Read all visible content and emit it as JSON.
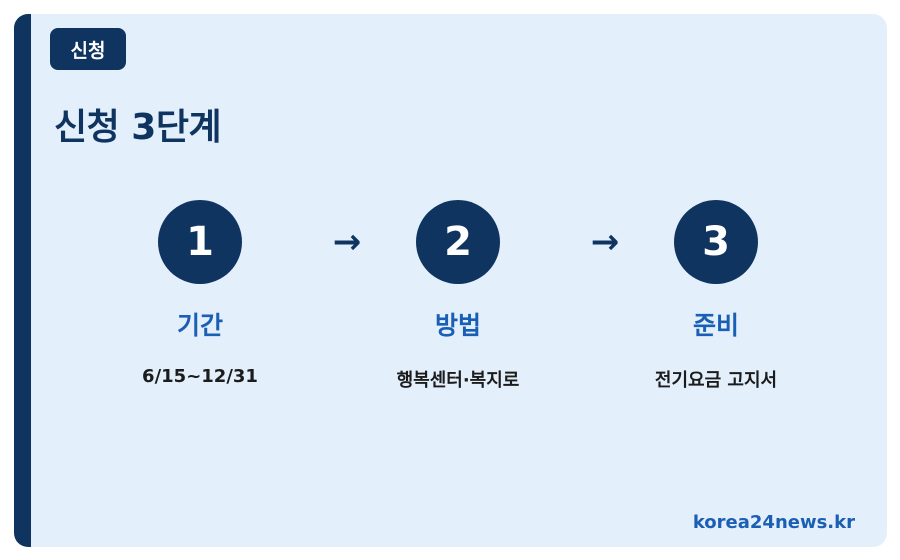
{
  "badge": {
    "label": "신청"
  },
  "title": "신청 3단계",
  "steps": [
    {
      "number": "1",
      "heading": "기간",
      "desc": "6/15~12/31"
    },
    {
      "number": "2",
      "heading": "방법",
      "desc": "행복센터·복지로"
    },
    {
      "number": "3",
      "heading": "준비",
      "desc": "전기요금 고지서"
    }
  ],
  "arrow_glyph": "→",
  "footer": {
    "source": "korea24news.kr"
  },
  "colors": {
    "navy": "#0f3460",
    "accent_blue": "#1b5fb5",
    "card_bg": "#e3f0fc"
  }
}
